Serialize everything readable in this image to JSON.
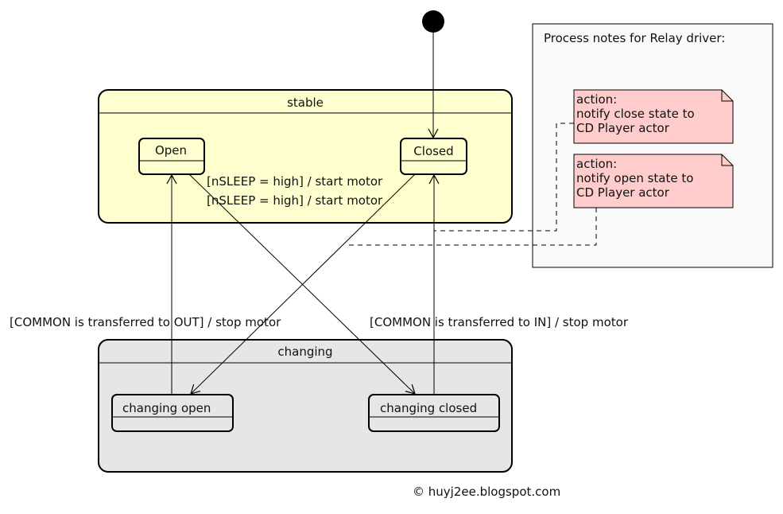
{
  "notes_panel": {
    "title": "Process notes for Relay driver:"
  },
  "notes": [
    {
      "text": "action:\nnotify close state to\nCD Player actor"
    },
    {
      "text": "action:\nnotify open state to\nCD Player actor"
    }
  ],
  "composite_states": {
    "stable": {
      "name": "stable"
    },
    "changing": {
      "name": "changing"
    }
  },
  "states": {
    "open": "Open",
    "closed": "Closed",
    "changing_open": "changing open",
    "changing_closed": "changing closed"
  },
  "transitions": {
    "open_to_changing_closed": "[nSLEEP = high] / start motor",
    "closed_to_changing_open": "[nSLEEP = high] / start motor",
    "changing_open_to_open": "[COMMON is transferred to OUT] / stop motor",
    "changing_closed_to_closed": "[COMMON is transferred to IN] / stop motor"
  },
  "footer": {
    "copyright": "© huyj2ee.blogspot.com"
  },
  "colors": {
    "stable_fill": "#FEFECE",
    "changing_fill": "#E6E6E6",
    "note_fill": "#FFCCCC",
    "panel_fill": "#FAFAFA",
    "stroke": "#000000"
  }
}
